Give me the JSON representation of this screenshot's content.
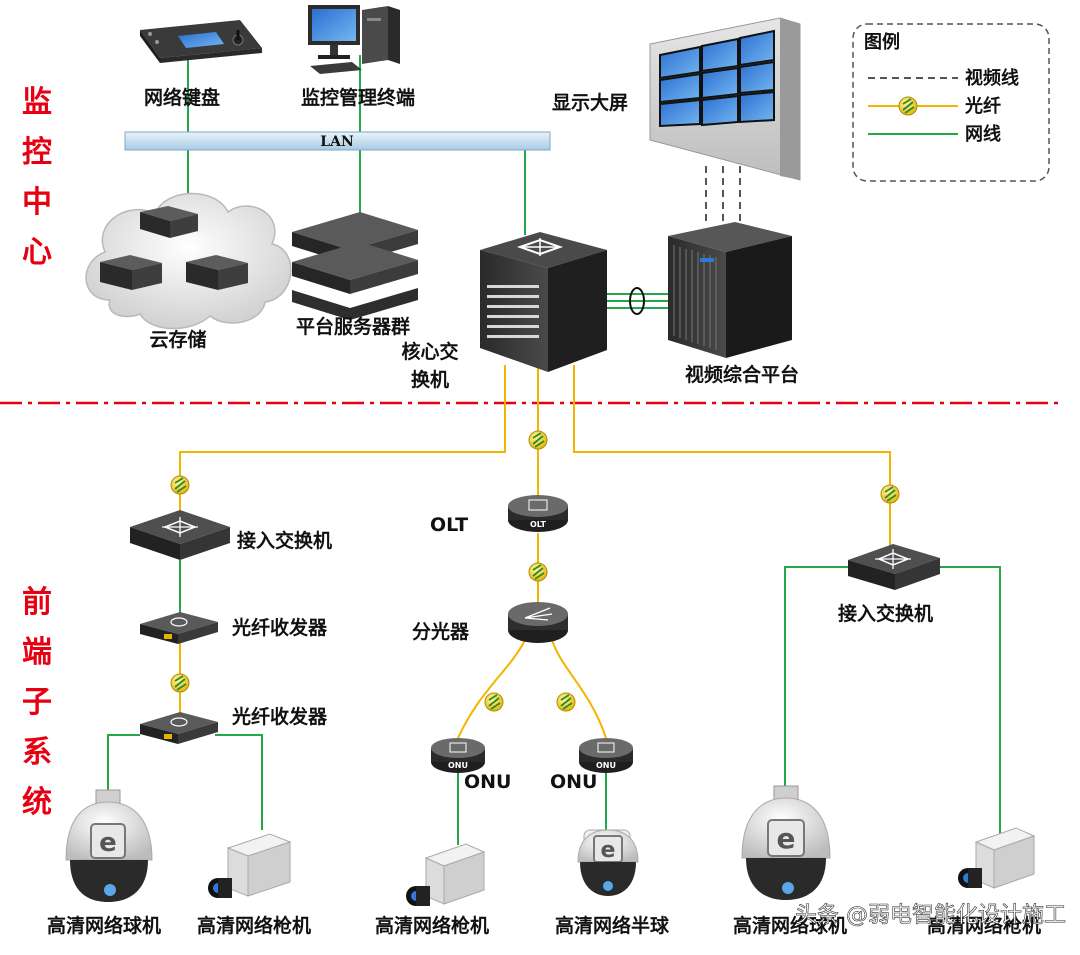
{
  "zones": {
    "top": [
      "监",
      "控",
      "中",
      "心"
    ],
    "bottom": [
      "前",
      "端",
      "子",
      "系",
      "统"
    ]
  },
  "legend": {
    "title": "图例",
    "video_line": "视频线",
    "fiber": "光纤",
    "network_line": "网线"
  },
  "bus": {
    "label": "LAN"
  },
  "devices": {
    "keyboard": "网络键盘",
    "terminal": "监控管理终端",
    "display": "显示大屏",
    "cloud_storage": "云存储",
    "servers": "平台服务器群",
    "core_switch": [
      "核心交",
      "换机"
    ],
    "video_platform": "视频综合平台",
    "access_switch_left": "接入交换机",
    "transceiver_1": "光纤收发器",
    "transceiver_2": "光纤收发器",
    "olt": "OLT",
    "olt_badge": "OLT",
    "splitter": "分光器",
    "onu_left": "ONU",
    "onu_right": "ONU",
    "onu_badge": "ONU",
    "access_switch_right": "接入交换机"
  },
  "cameras": {
    "dome_1": "高清网络球机",
    "bullet_1": "高清网络枪机",
    "bullet_2": "高清网络枪机",
    "half_dome": "高清网络半球",
    "dome_2": "高清网络球机",
    "bullet_3": "高清网络枪机"
  },
  "watermark": "头条 @弱电智能化设计施工",
  "colors": {
    "network": "#22a84a",
    "fiber": "#f5b400",
    "video": "#555555",
    "zone_text": "#e60012"
  }
}
